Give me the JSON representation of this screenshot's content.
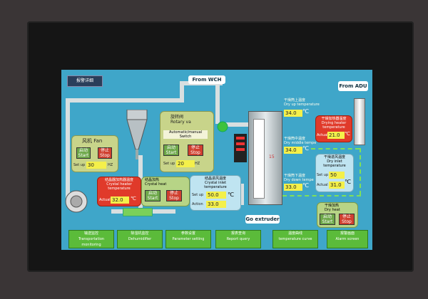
{
  "header": {
    "title_button": "报警详细"
  },
  "tags": {
    "from_wch": "From  WCH",
    "from_adu": "From ADU",
    "go_extruder": "Go extruder"
  },
  "fan": {
    "title": "风机 Fan",
    "start": "启动\nStart",
    "stop": "停止\nStop",
    "setup_label": "Set up",
    "setup_value": "30",
    "unit": "HZ"
  },
  "rotary": {
    "title": "旋转阀\nRotary va",
    "mode": "Automatic/manual Switch",
    "start": "启动\nStart",
    "stop": "停止\nStop",
    "setup_label": "Set up",
    "setup_value": "20",
    "unit": "HZ"
  },
  "crystal_heater": {
    "title": "结晶器加热器温度\nCrystal heater\ntemperature",
    "actual_label": "Actual",
    "actual_value": "32.0",
    "unit": "℃"
  },
  "crystal_heat": {
    "title": "结晶加热\nCrystal heat",
    "start": "启动\nStart",
    "stop": "停止\nStop"
  },
  "crystal_inlet": {
    "title": "结晶进风温度\nCrystal inlet\ntemperature",
    "setup_label": "Set up",
    "setup_value": "50.0",
    "actual_label": "Action",
    "actual_value": "33.0",
    "unit": "℃"
  },
  "dry_up": {
    "title": "干燥筒上温度\nDry up temperature",
    "value": "34.0",
    "unit": "℃"
  },
  "dry_middle": {
    "title": "干燥筒中温度\nDry middle tempe",
    "value": "34.0",
    "unit": "℃"
  },
  "dry_down": {
    "title": "干燥筒下温度\nDry down tempe",
    "value": "33.0",
    "unit": "℃"
  },
  "drying_heater": {
    "title": "干燥加热器温度\nDrying heater\ntemperature",
    "actual_label": "Actual",
    "value": "21.0",
    "unit": "℃"
  },
  "dry_inlet": {
    "title": "干燥进风温度\nDry inlet\ntemperature",
    "setup_label": "Set up",
    "setup_value": "50",
    "actual_label": "Actual",
    "actual_value": "31.0",
    "unit": "℃"
  },
  "dry_heat": {
    "title": "干燥加热\nDry heat",
    "start": "启动\nStart",
    "stop": "停止\nStop"
  },
  "hopper_scale": {
    "value_marker": "15"
  },
  "nav": [
    {
      "label": "输送监控\nTransportation\nmonitoring"
    },
    {
      "label": "除湿机监控\nDehumidifier"
    },
    {
      "label": "参数设置\nParameter setting"
    },
    {
      "label": "报表查询\nReport query"
    },
    {
      "label": "温度曲线\ntemperature curve"
    },
    {
      "label": "报警画面\nAlarm screen"
    }
  ]
}
